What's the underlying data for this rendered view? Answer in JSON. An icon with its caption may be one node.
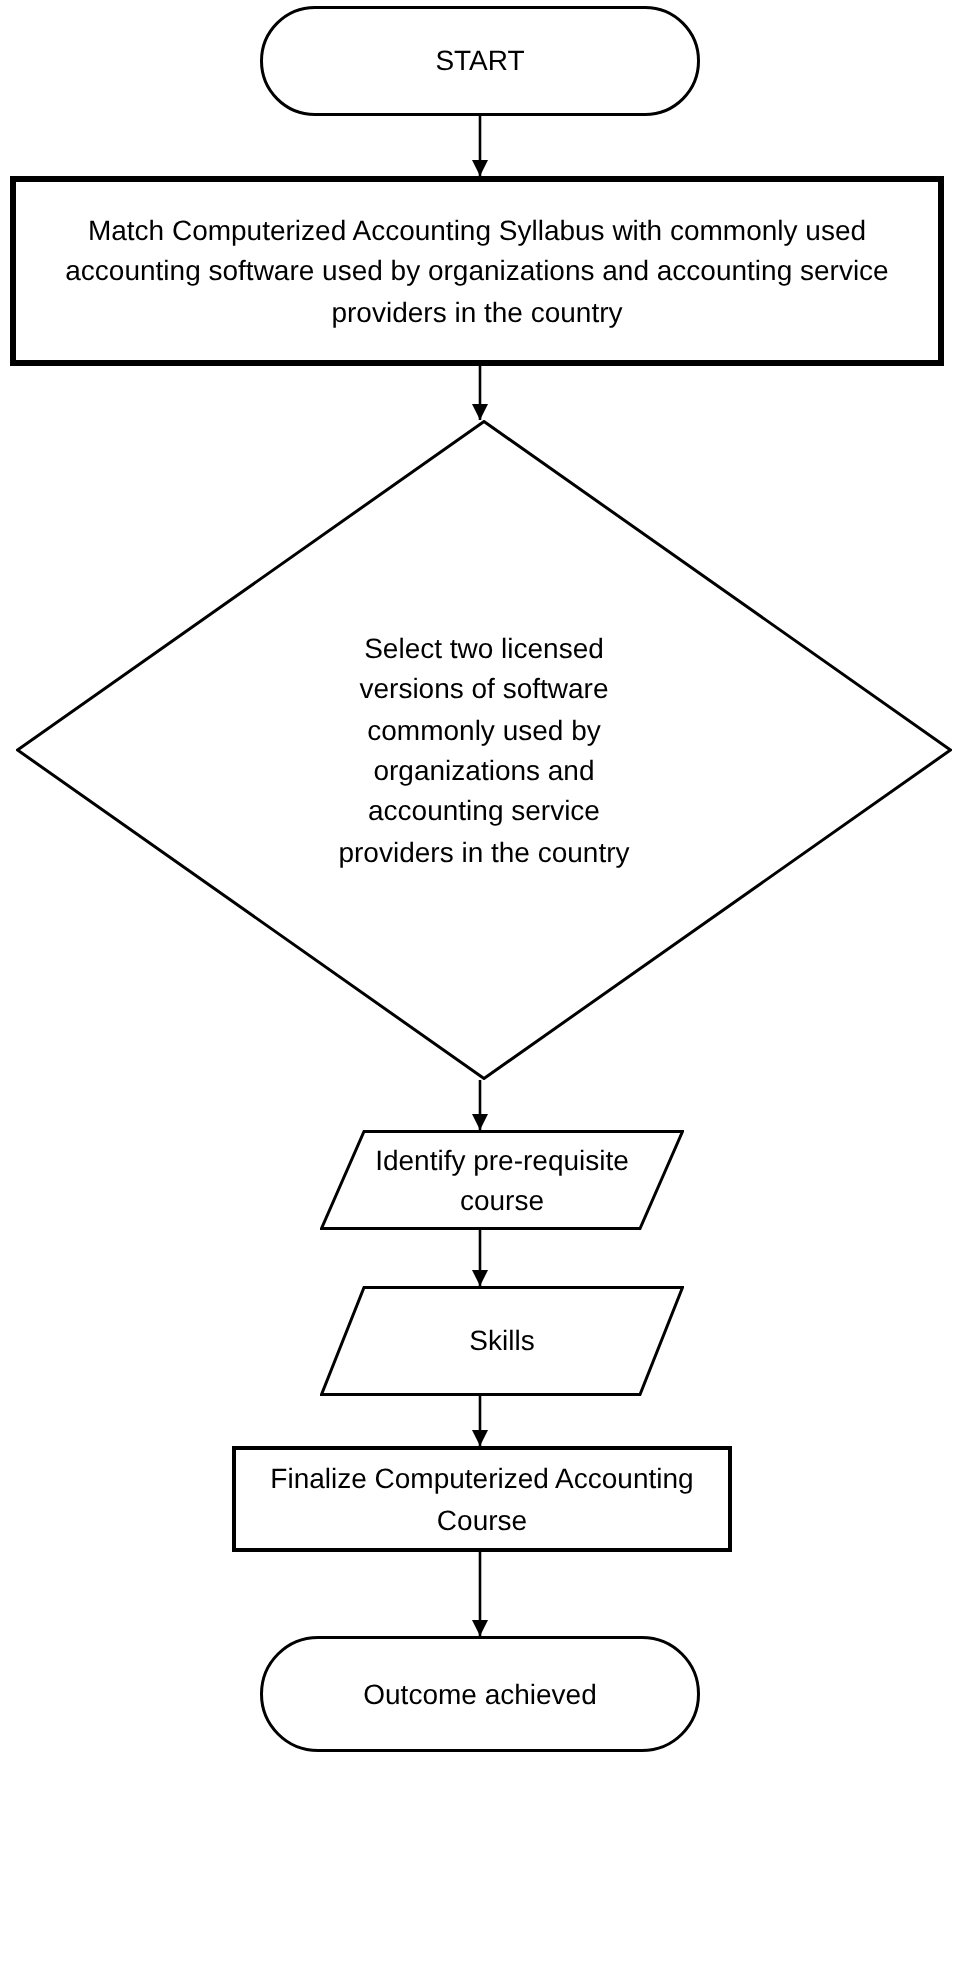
{
  "diagram": {
    "nodes": [
      {
        "text": [
          "START"
        ]
      },
      {
        "text": [
          "Match Computerized Accounting Syllabus with commonly used accounting software used by organizations and accounting service providers in the country"
        ]
      },
      {
        "text": [
          "Select two licensed versions of software commonly used by organizations and accounting service providers in the country"
        ]
      },
      {
        "text": [
          "Identify pre-requisite course"
        ]
      },
      {
        "text": [
          "Skills"
        ]
      },
      {
        "text": [
          "Finalize Computerized Accounting Course"
        ]
      },
      {
        "text": [
          "Outcome achieved"
        ]
      }
    ],
    "edges": [
      {
        "from": 0,
        "to": 1,
        "arrow": "to"
      },
      {
        "from": 1,
        "to": 2,
        "arrow": "to"
      },
      {
        "from": 2,
        "to": 3,
        "arrow": "to"
      },
      {
        "from": 3,
        "to": 4,
        "arrow": "to"
      },
      {
        "from": 4,
        "to": 5,
        "arrow": "to"
      },
      {
        "from": 5,
        "to": 6,
        "arrow": "to"
      }
    ]
  }
}
